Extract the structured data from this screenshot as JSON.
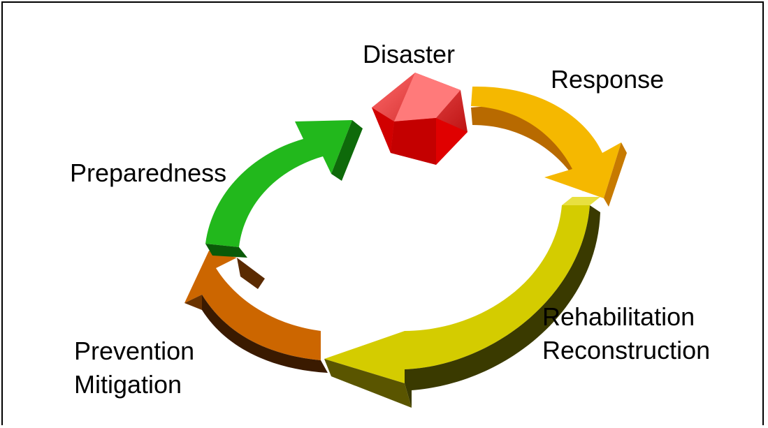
{
  "diagram": {
    "title": "",
    "center_label": "Disaster",
    "stages": [
      {
        "lines": [
          "Response"
        ],
        "color": "#f5b800"
      },
      {
        "lines": [
          "Rehabilitation",
          "Reconstruction"
        ],
        "color": "#d4cc00"
      },
      {
        "lines": [
          "Prevention",
          "Mitigation"
        ],
        "color": "#cc6600"
      },
      {
        "lines": [
          "Preparedness"
        ],
        "color": "#22b81c"
      }
    ],
    "disaster_color": "#e8000a"
  }
}
